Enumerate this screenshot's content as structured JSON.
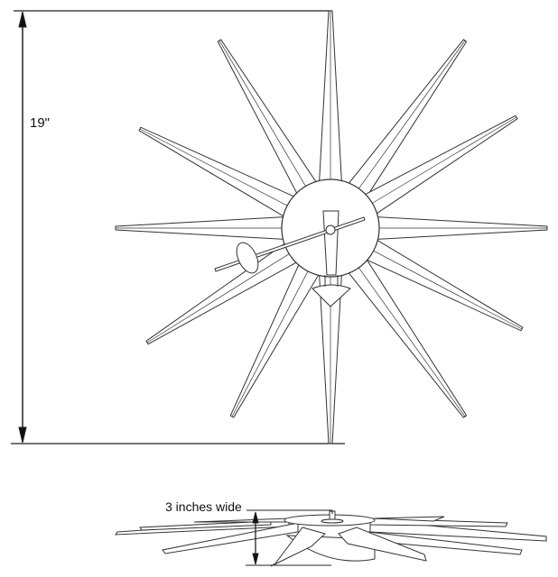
{
  "diagram": {
    "subject": "starburst-wall-clock",
    "front_view": {
      "height_dimension_label": "19\"",
      "ray_count": 12
    },
    "side_view": {
      "depth_dimension_label": "3 inches wide"
    }
  }
}
